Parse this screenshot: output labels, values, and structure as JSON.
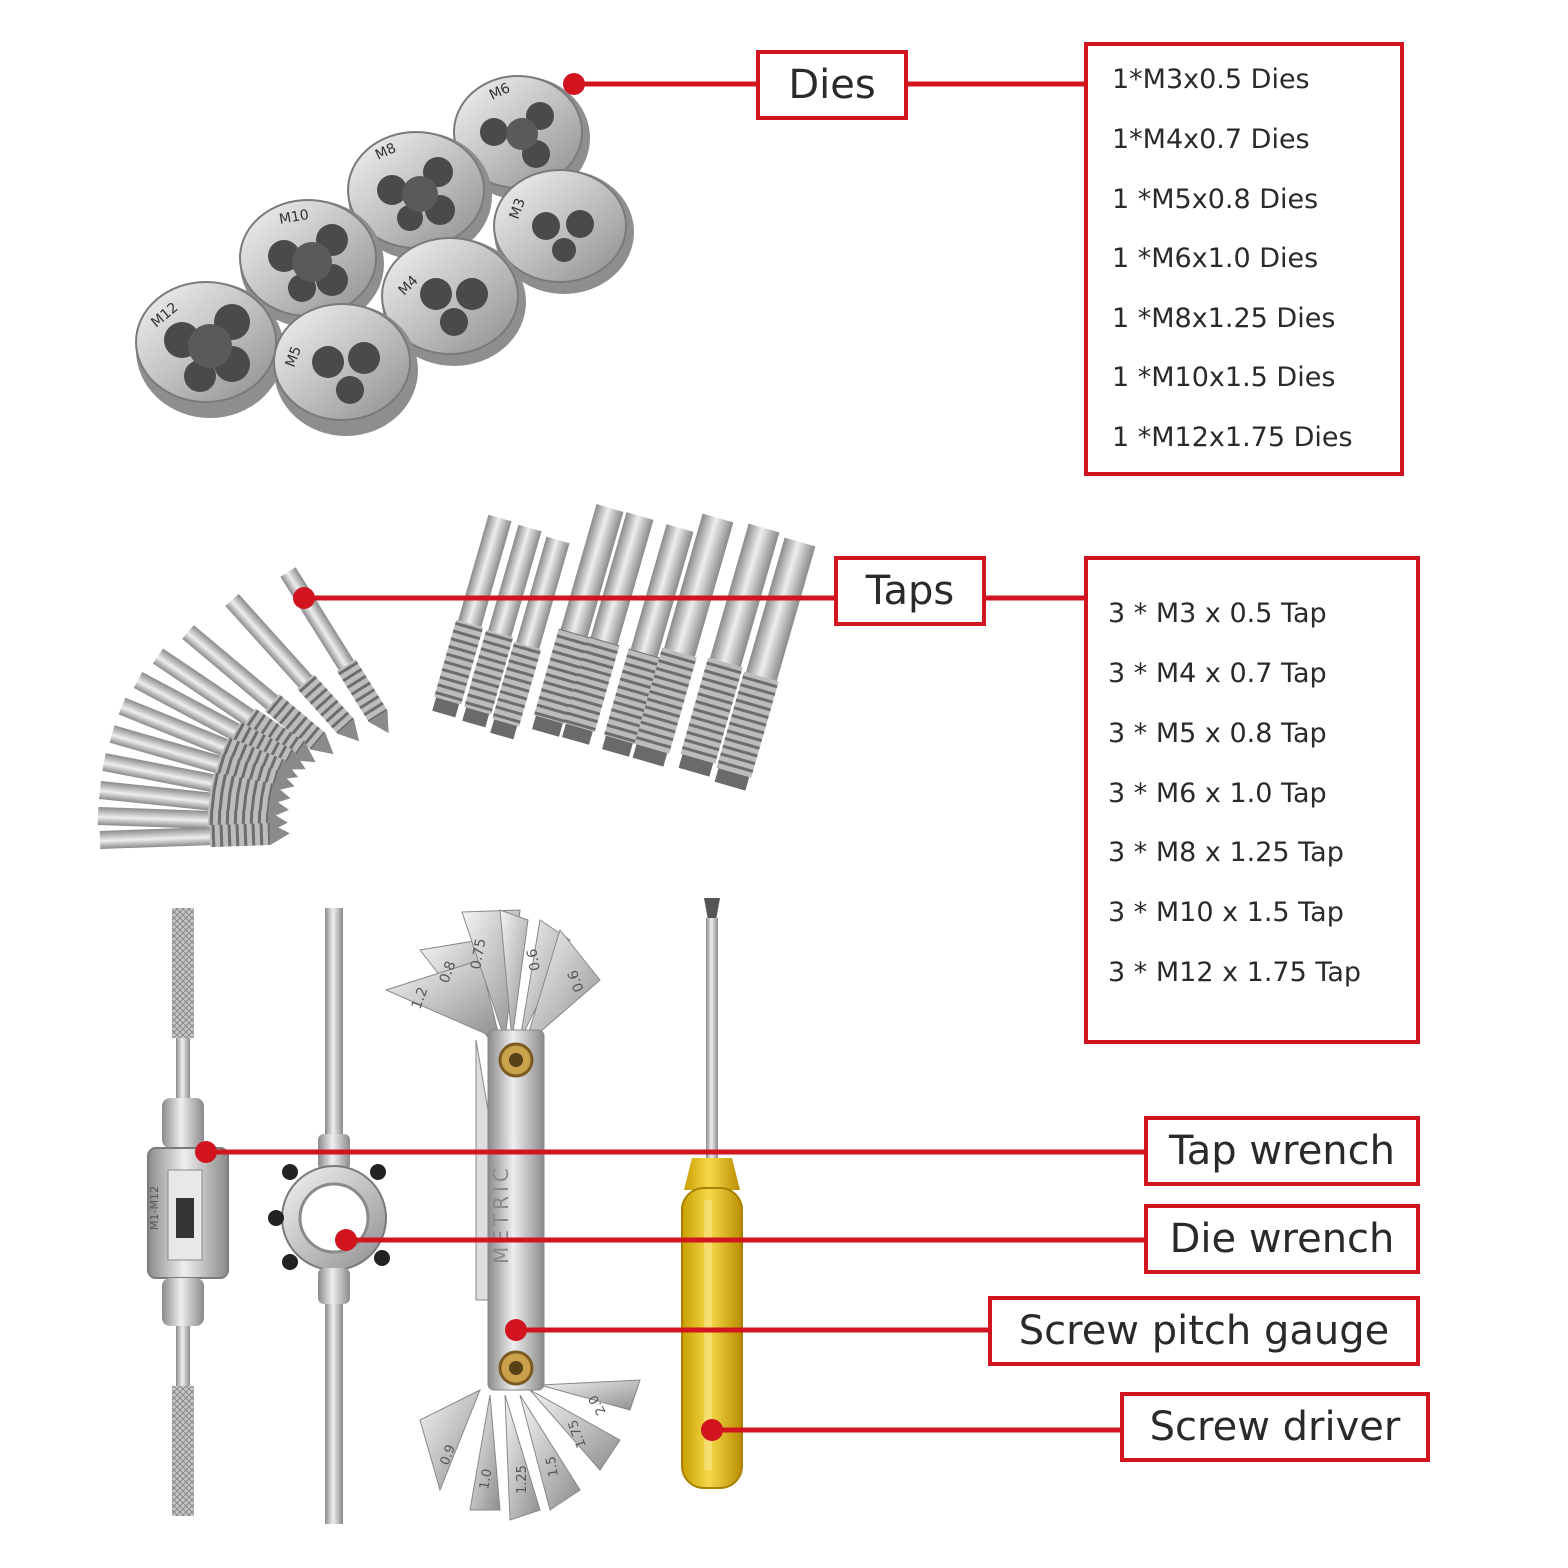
{
  "colors": {
    "accent": "#d1141d",
    "text": "#2a2a2a"
  },
  "labels": {
    "dies": "Dies",
    "taps": "Taps",
    "tap_wrench": "Tap wrench",
    "die_wrench": "Die wrench",
    "pitch_gauge": "Screw pitch gauge",
    "screw_driver": "Screw driver"
  },
  "dies_list": [
    "1*M3x0.5 Dies",
    "1*M4x0.7 Dies",
    "1 *M5x0.8 Dies",
    "1 *M6x1.0 Dies",
    "1 *M8x1.25 Dies",
    "1 *M10x1.5 Dies",
    "1 *M12x1.75 Dies"
  ],
  "taps_list": [
    "3 * M3 x 0.5 Tap",
    "3 * M4 x 0.7 Tap",
    "3 * M5 x 0.8 Tap",
    "3 * M6 x 1.0 Tap",
    "3 * M8 x 1.25 Tap",
    "3 * M10 x 1.5 Tap",
    "3 * M12 x 1.75 Tap"
  ],
  "die_marks": [
    "M6",
    "M8",
    "M3",
    "M10",
    "M4",
    "M12",
    "M5"
  ],
  "gauge": {
    "brand": "METRIC",
    "top_blade_marks": [
      "1.2",
      "0.8",
      "0.75",
      "0.6",
      "0.6"
    ],
    "bottom_blade_marks": [
      "0.9",
      "1.0",
      "1.25",
      "1.5",
      "1.75",
      "2.0"
    ]
  },
  "tap_wrench_mark": "M1-M12"
}
